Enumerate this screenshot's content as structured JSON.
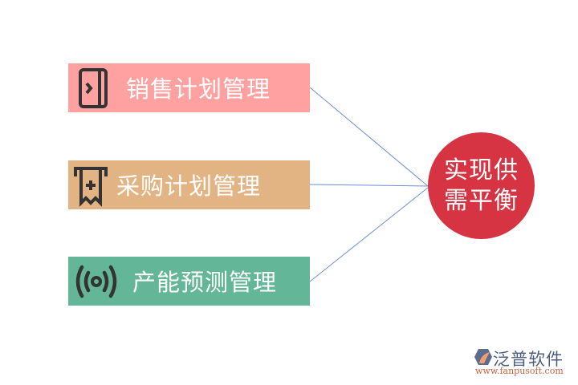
{
  "diagram": {
    "boxes": [
      {
        "label": "销售计划管理",
        "icon": "sidebar-panel-icon",
        "color": "#ffa1a1"
      },
      {
        "label": "采购计划管理",
        "icon": "receipt-plus-icon",
        "color": "#e3b483"
      },
      {
        "label": "产能预测管理",
        "icon": "broadcast-signal-icon",
        "color": "#63b698"
      }
    ],
    "target": {
      "line1": "实现供",
      "line2": "需平衡",
      "color": "#d63442"
    },
    "connector_color": "#6b8fd6"
  },
  "watermark": {
    "brand": "泛普软件",
    "url": "www.fanpusoft.com"
  }
}
